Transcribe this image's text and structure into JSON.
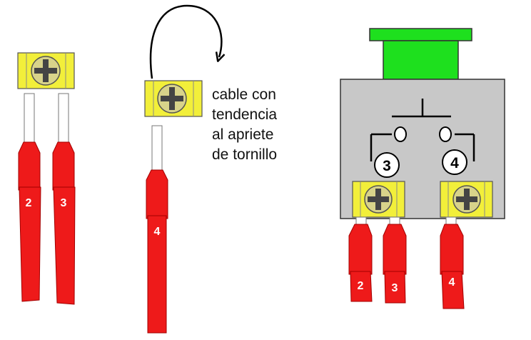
{
  "annotation": {
    "lines": [
      "cable con",
      "tendencia",
      "al apriete",
      "de tornillo"
    ]
  },
  "left_wires": [
    {
      "label": "2"
    },
    {
      "label": "3"
    }
  ],
  "middle_wire": {
    "label": "4"
  },
  "switch_block": {
    "terminals": [
      {
        "number": "3"
      },
      {
        "number": "4"
      }
    ],
    "wires": [
      {
        "label": "2"
      },
      {
        "label": "3"
      },
      {
        "label": "4"
      }
    ]
  },
  "colors": {
    "wire_red": "#ee1a1a",
    "terminal_yellow": "#f2ef3a",
    "screw_head": "#d8d38a",
    "button_green": "#1ee01e",
    "switch_body": "#c8c8c8",
    "insulation_white": "#ffffff"
  }
}
